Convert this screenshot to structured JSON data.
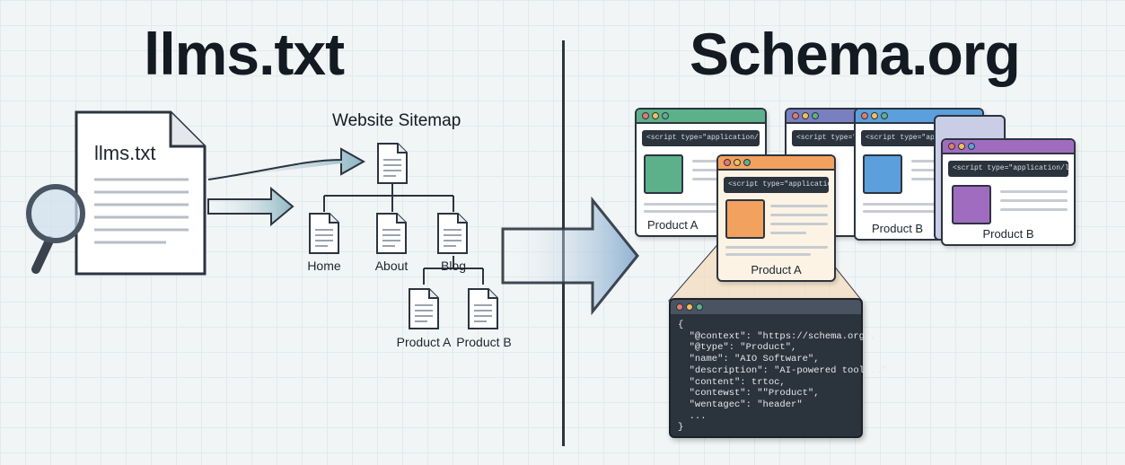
{
  "left": {
    "title": "llms.txt",
    "doc_label": "llms.txt",
    "sitemap_title": "Website Sitemap",
    "nodes": {
      "home": "Home",
      "about": "About",
      "blog": "Blog",
      "product_a": "Product A",
      "product_b": "Product B"
    }
  },
  "right": {
    "title": "Schema.org",
    "windows": [
      {
        "color": "#5cb08a",
        "code": "<script type=\"application/ld+json\">",
        "label": "Product A"
      },
      {
        "color": "#7a7fc0",
        "code": "<script type=\"applicati",
        "label": ""
      },
      {
        "color": "#5b9fdc",
        "code": "<script type=\"applicati",
        "label": "Product B"
      },
      {
        "color": "#a06cc0",
        "code": "<script type=\"application/ld+json\">",
        "label": "Product B"
      },
      {
        "color": "#f3a15e",
        "code": "<script type=\"application/ld+json\">",
        "label": "Product A"
      }
    ],
    "code_lines": [
      "{",
      "  \"@context\": \"https://schema.org\",",
      "  \"@type\": \"Product\",",
      "  \"name\": \"AIO Software\",",
      "  \"description\": \"AI-powered tool...\"",
      "  \"content\": trtoc,",
      "  \"contewst\": \"\"Product\",",
      "  \"wentagec\": \"header\"",
      "  ...",
      "}"
    ]
  }
}
